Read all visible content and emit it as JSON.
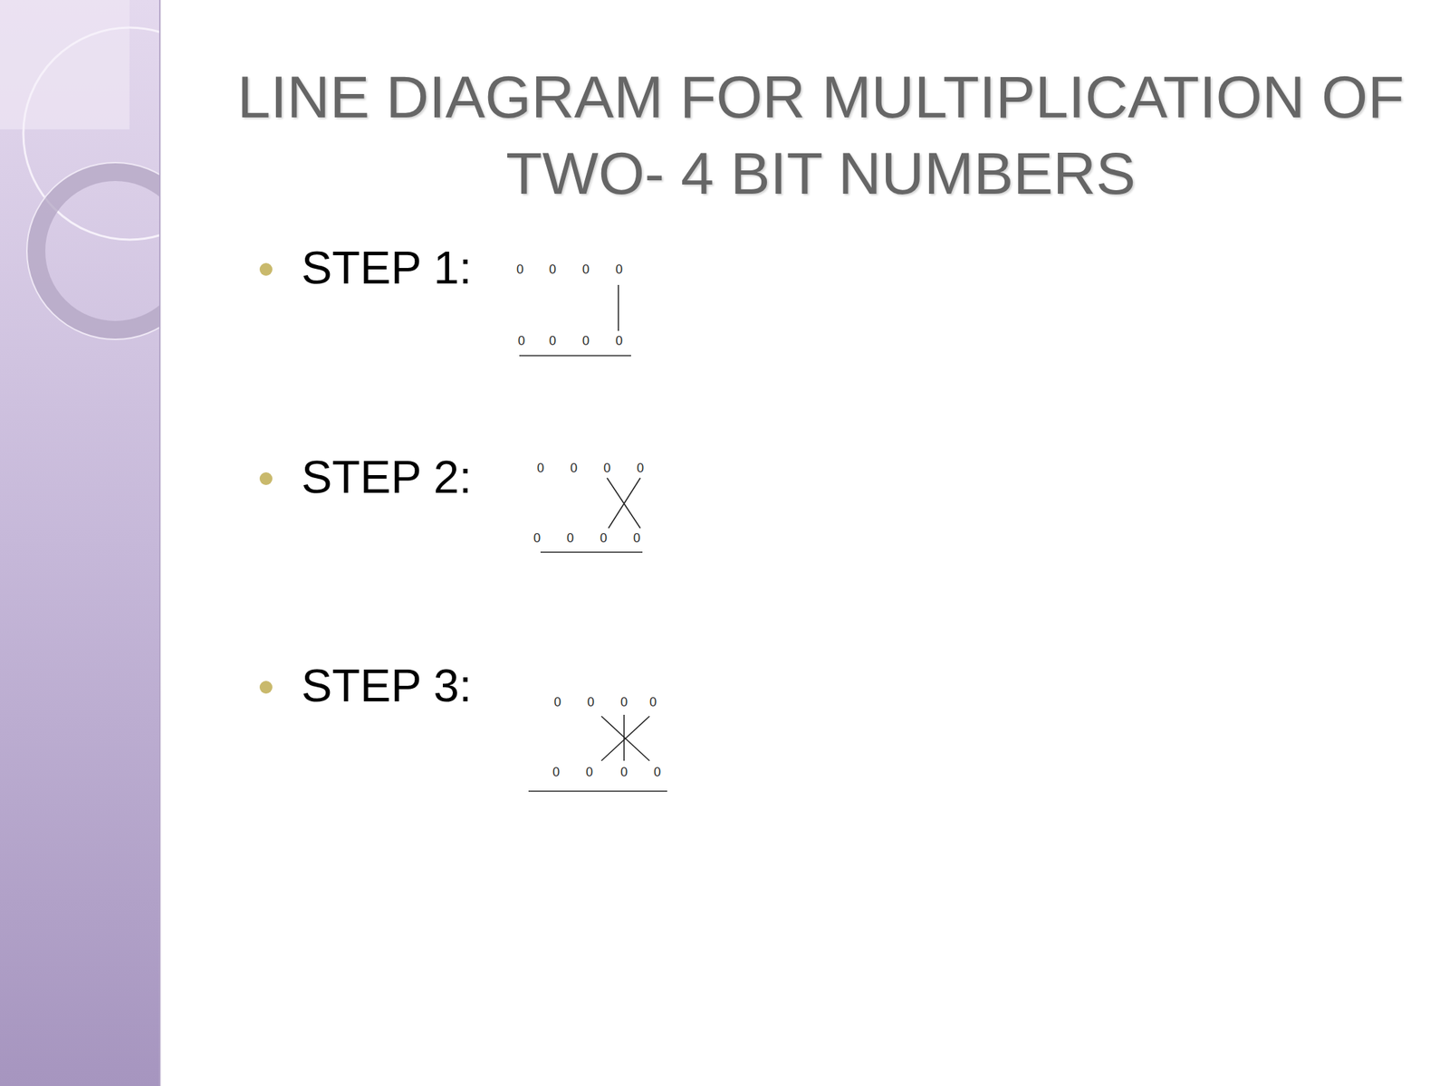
{
  "diagram": {
    "title": "LINE DIAGRAM FOR MULTIPLICATION OF  TWO- 4 BIT NUMBERS",
    "labels": [
      "STEP 1:",
      "0",
      "0",
      "0",
      "0",
      "0",
      "0",
      "0",
      "0",
      "STEP 2:",
      "0",
      "0",
      "0",
      "0",
      "0",
      "0",
      "0",
      "0",
      "STEP 3:",
      "0",
      "0",
      "0",
      "0",
      "0",
      "0",
      "0",
      "0"
    ]
  }
}
